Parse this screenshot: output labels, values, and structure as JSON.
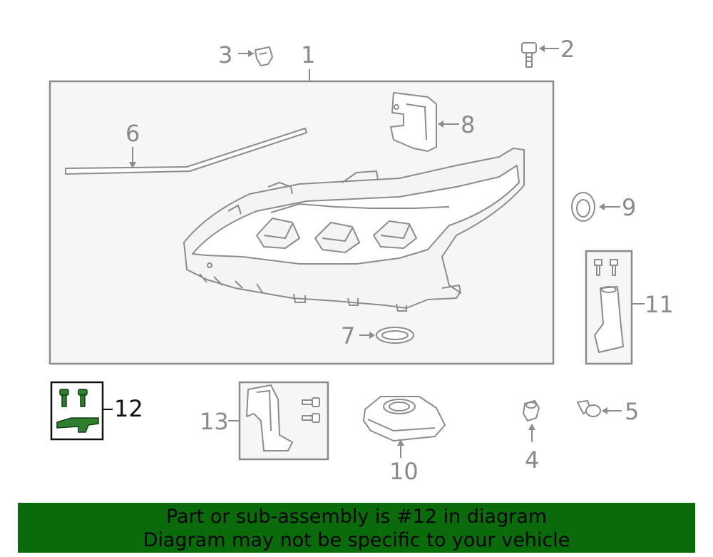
{
  "diagram": {
    "callouts": {
      "c1": "1",
      "c2": "2",
      "c3": "3",
      "c4": "4",
      "c5": "5",
      "c6": "6",
      "c7": "7",
      "c8": "8",
      "c9": "9",
      "c10": "10",
      "c11": "11",
      "c12": "12",
      "c13": "13"
    },
    "highlighted_part": "12",
    "colors": {
      "highlight": "#2f7d2f",
      "line_art": "#8c8c8c",
      "banner": "#0a6b0a"
    }
  },
  "banner": {
    "line1": "Part or sub-assembly is #12 in diagram",
    "line2": "Diagram may not be specific to your vehicle"
  }
}
